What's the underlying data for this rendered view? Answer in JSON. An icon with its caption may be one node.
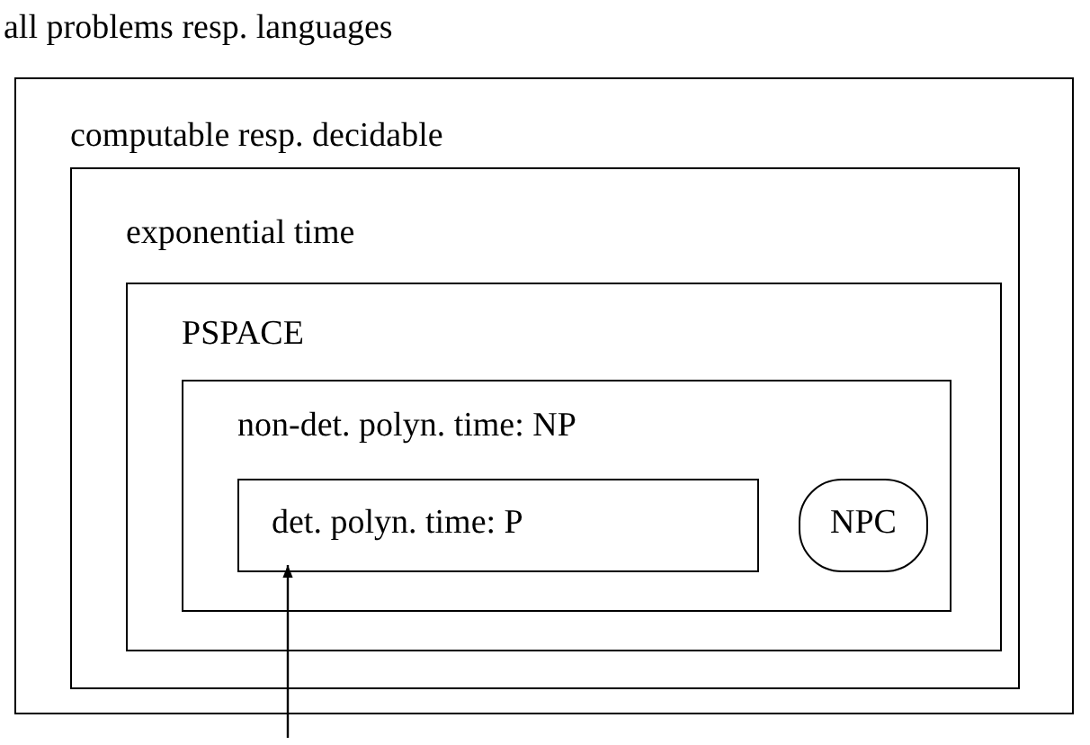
{
  "diagram": {
    "nodes": [
      {
        "text": [
          "computable resp. decidable"
        ]
      },
      {
        "text": [
          "exponential time"
        ],
        "in": 0
      },
      {
        "text": [
          "PSPACE"
        ],
        "in": 1
      },
      {
        "text": [
          "non-det. polyn. time: NP"
        ],
        "in": 2
      },
      {
        "text": [
          "det. polyn. time: P"
        ],
        "in": 3
      },
      {
        "text": [
          "NPC"
        ],
        "in": 3
      }
    ],
    "edges": [
      {
        "from": null,
        "to": 4,
        "arrow": "to"
      }
    ],
    "labels": [
      "all problems resp. languages"
    ]
  }
}
